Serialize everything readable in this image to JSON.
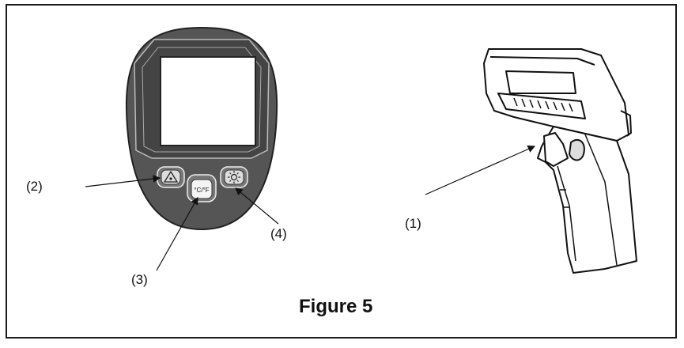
{
  "figure": {
    "caption": "Figure 5"
  },
  "callouts": {
    "c1": "(1)",
    "c2": "(2)",
    "c3": "(3)",
    "c4": "(4)"
  },
  "buttons": {
    "unit_label": "°C/°F",
    "laser_icon": "laser-warning-icon",
    "backlight_icon": "backlight-icon"
  }
}
